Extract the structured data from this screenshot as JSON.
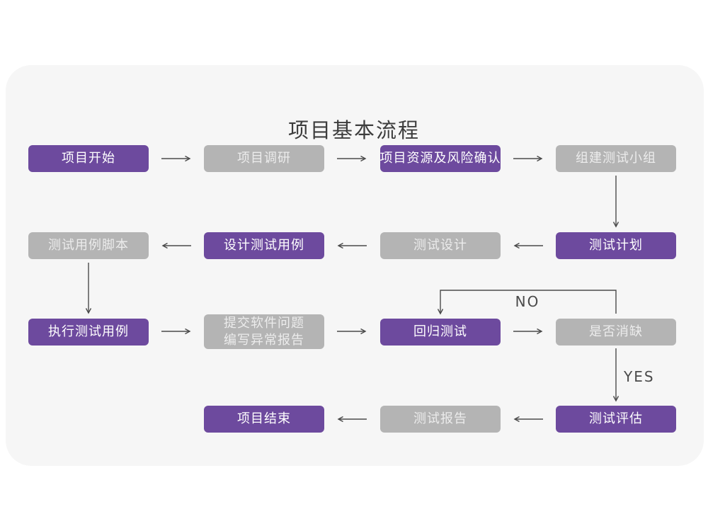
{
  "page": {
    "title": "项目基本流程"
  },
  "flow": {
    "colors": {
      "purple_node": "#6d4a9e",
      "gray_node": "#b4b4b4",
      "card_background": "#f6f6f6",
      "arrow": "#4a4a4a",
      "title_text": "#3d3d3d"
    },
    "nodes": {
      "start": {
        "label": "项目开始",
        "type": "purple"
      },
      "research": {
        "label": "项目调研",
        "type": "gray"
      },
      "risk": {
        "label": "项目资源及风险确认",
        "type": "purple"
      },
      "team": {
        "label": "组建测试小组",
        "type": "gray"
      },
      "script": {
        "label": "测试用例脚本",
        "type": "gray"
      },
      "case_design": {
        "label": "设计测试用例",
        "type": "purple"
      },
      "design": {
        "label": "测试设计",
        "type": "gray"
      },
      "plan": {
        "label": "测试计划",
        "type": "purple"
      },
      "execute": {
        "label": "执行测试用例",
        "type": "purple"
      },
      "report_issue": {
        "label_line1": "提交软件问题",
        "label_line2": "编写异常报告",
        "type": "gray"
      },
      "regression": {
        "label": "回归测试",
        "type": "purple"
      },
      "defect_check": {
        "label": "是否消缺",
        "type": "gray"
      },
      "evaluate": {
        "label": "测试评估",
        "type": "purple"
      },
      "test_report": {
        "label": "测试报告",
        "type": "gray"
      },
      "end": {
        "label": "项目结束",
        "type": "purple"
      }
    },
    "labels": {
      "no": "NO",
      "yes": "YES"
    },
    "edges": [
      {
        "from": "start",
        "to": "research"
      },
      {
        "from": "research",
        "to": "risk"
      },
      {
        "from": "risk",
        "to": "team"
      },
      {
        "from": "team",
        "to": "plan"
      },
      {
        "from": "plan",
        "to": "design"
      },
      {
        "from": "design",
        "to": "case_design"
      },
      {
        "from": "case_design",
        "to": "script"
      },
      {
        "from": "script",
        "to": "execute"
      },
      {
        "from": "execute",
        "to": "report_issue"
      },
      {
        "from": "report_issue",
        "to": "regression"
      },
      {
        "from": "regression",
        "to": "defect_check"
      },
      {
        "from": "defect_check",
        "to": "regression",
        "label": "NO"
      },
      {
        "from": "defect_check",
        "to": "evaluate",
        "label": "YES"
      },
      {
        "from": "evaluate",
        "to": "test_report"
      },
      {
        "from": "test_report",
        "to": "end"
      }
    ]
  }
}
